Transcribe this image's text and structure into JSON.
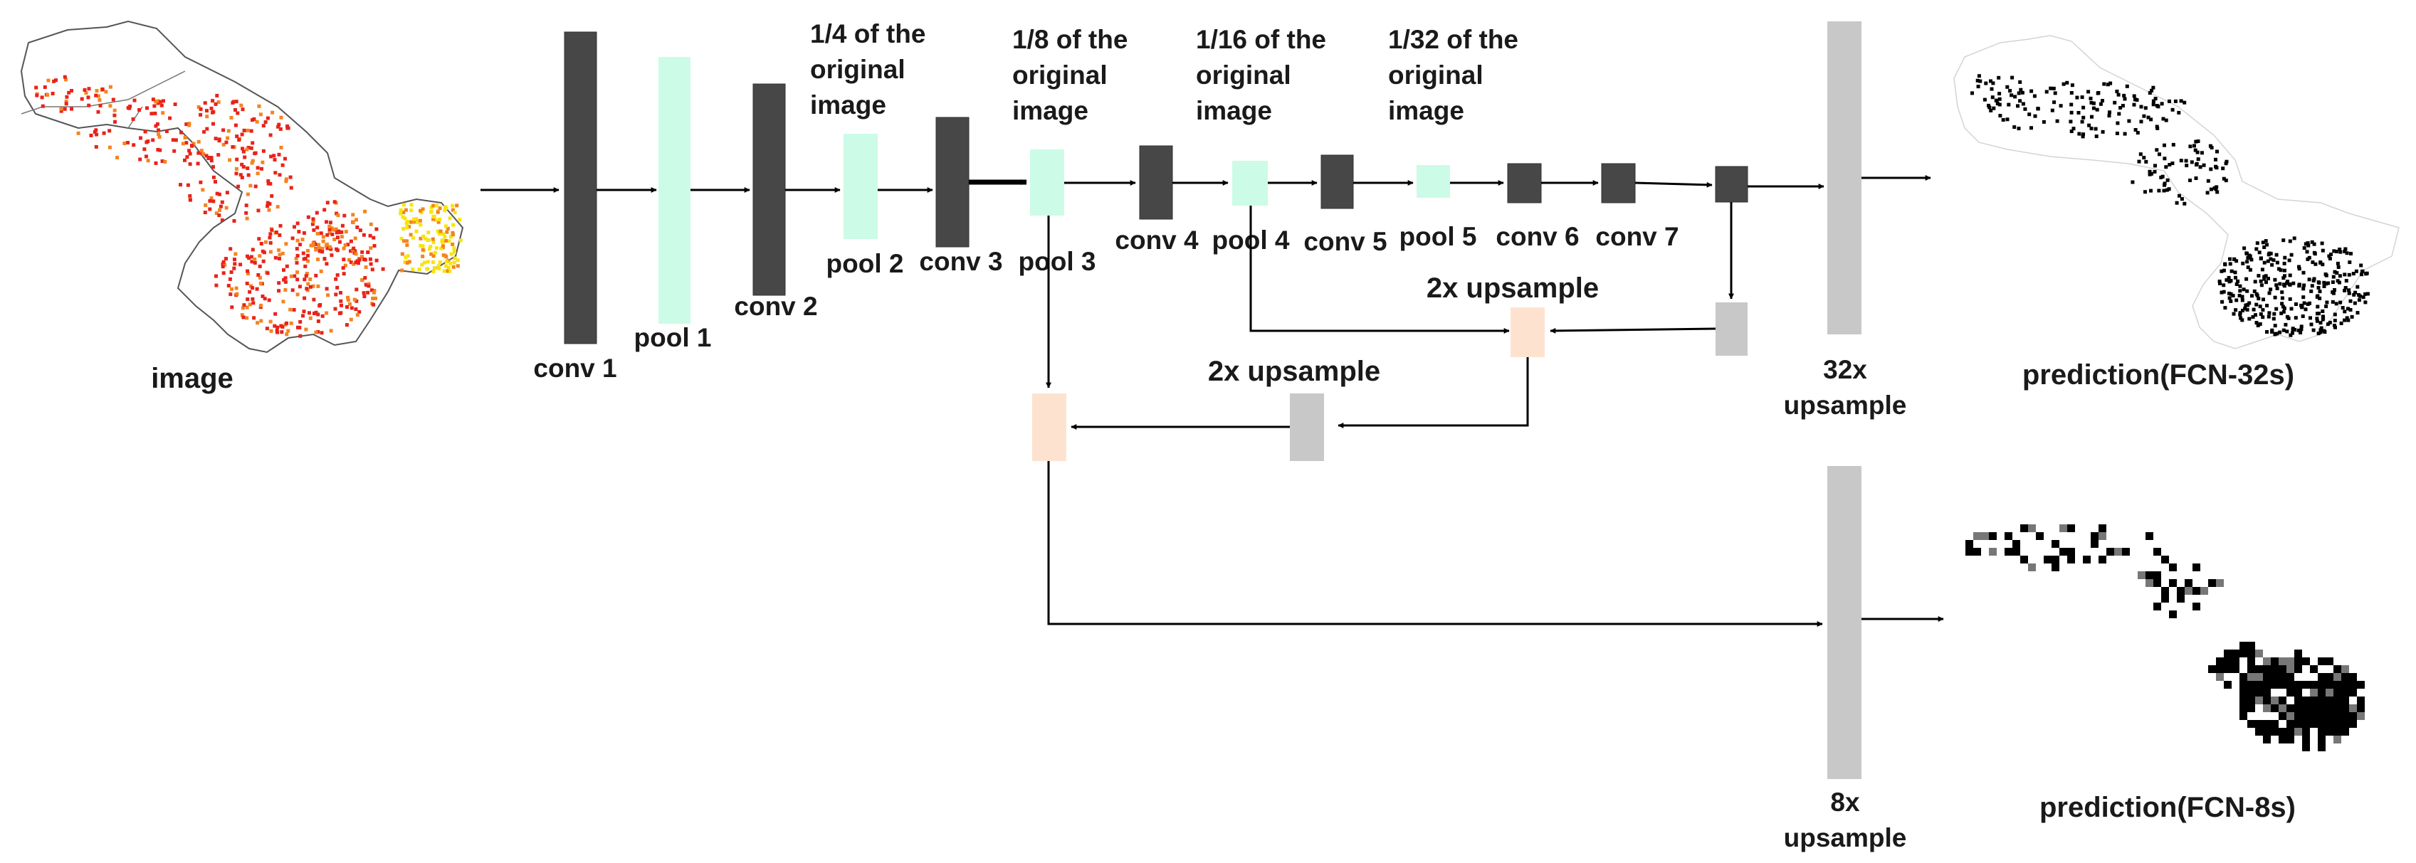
{
  "labels": {
    "image": "image",
    "conv1": "conv 1",
    "pool1": "pool 1",
    "conv2": "conv 2",
    "pool2": "pool 2",
    "conv3": "conv 3",
    "pool3": "pool 3",
    "conv4": "conv 4",
    "pool4": "pool 4",
    "conv5": "conv 5",
    "pool5": "pool 5",
    "conv6": "conv 6",
    "conv7": "conv 7",
    "quarter_line1": "1/4 of the",
    "quarter_line2": "original",
    "quarter_line3": "image",
    "eighth_line1": "1/8 of the",
    "eighth_line2": "original",
    "eighth_line3": "image",
    "sixteenth_line1": "1/16 of the",
    "sixteenth_line2": "original",
    "sixteenth_line3": "image",
    "thirtysecond_line1": "1/32 of the",
    "thirtysecond_line2": "original",
    "thirtysecond_line3": "image",
    "upsample2x_a": "2x upsample",
    "upsample2x_b": "2x upsample",
    "upsample32x_line1": "32x",
    "upsample32x_line2": "upsample",
    "upsample8x_line1": "8x",
    "upsample8x_line2": "upsample",
    "pred32": "prediction(FCN-32s)",
    "pred8": "prediction(FCN-8s)"
  },
  "colors": {
    "conv": "#474747",
    "pool": "#ccfbe8",
    "upsample": "#c8c8c8",
    "fuse": "#fde3cf",
    "heat_red": "#e8231a",
    "heat_orange": "#f5841f",
    "heat_yellow": "#f7e50c"
  }
}
